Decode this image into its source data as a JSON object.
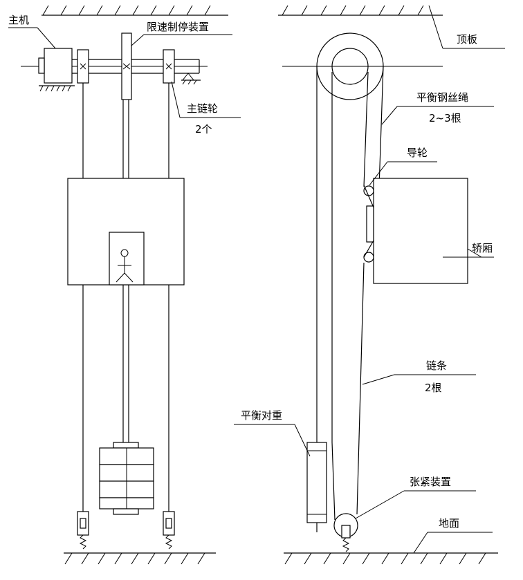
{
  "labels": {
    "main_motor": "主机",
    "speed_limit_brake": "限速制停装置",
    "main_sprocket": "主链轮",
    "main_sprocket_count": "2个",
    "top_plate": "顶板",
    "balance_wire_rope": "平衡钢丝绳",
    "balance_wire_rope_count": "2~3根",
    "guide_wheel": "导轮",
    "car": "轿厢",
    "chain": "链条",
    "chain_count": "2根",
    "counterweight": "平衡对重",
    "tensioner": "张紧装置",
    "ground": "地面"
  }
}
